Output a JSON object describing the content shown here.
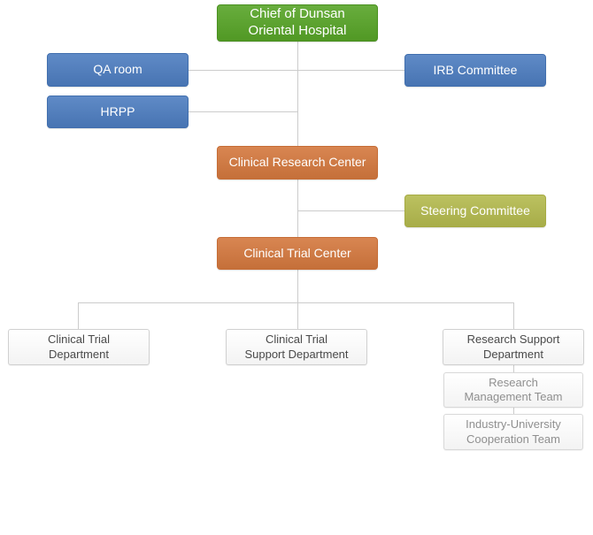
{
  "colors": {
    "green": "#57a427",
    "blue": "#4d7dc0",
    "orange": "#d4783e",
    "olive": "#b4ba4e",
    "connector": "#cccccc",
    "plain_border": "#d0d0d0",
    "plain_text": "#4a4a4a",
    "sub_text": "#8f8f8f",
    "node_text": "#ffffff"
  },
  "nodes": {
    "chief": {
      "label": "Chief of Dunsan\nOriental Hospital"
    },
    "qa_room": {
      "label": "QA room"
    },
    "irb_committee": {
      "label": "IRB Committee"
    },
    "hrpp": {
      "label": "HRPP"
    },
    "clinical_research_center": {
      "label": "Clinical Research Center"
    },
    "steering_committee": {
      "label": "Steering Committee"
    },
    "clinical_trial_center": {
      "label": "Clinical Trial Center"
    },
    "clinical_trial_department": {
      "label": "Clinical Trial\nDepartment"
    },
    "clinical_trial_support_department": {
      "label": "Clinical Trial\nSupport Department"
    },
    "research_support_department": {
      "label": "Research Support\nDepartment"
    },
    "research_management_team": {
      "label": "Research\nManagement Team"
    },
    "industry_university_cooperation_team": {
      "label": "Industry-University\nCooperation Team"
    }
  }
}
